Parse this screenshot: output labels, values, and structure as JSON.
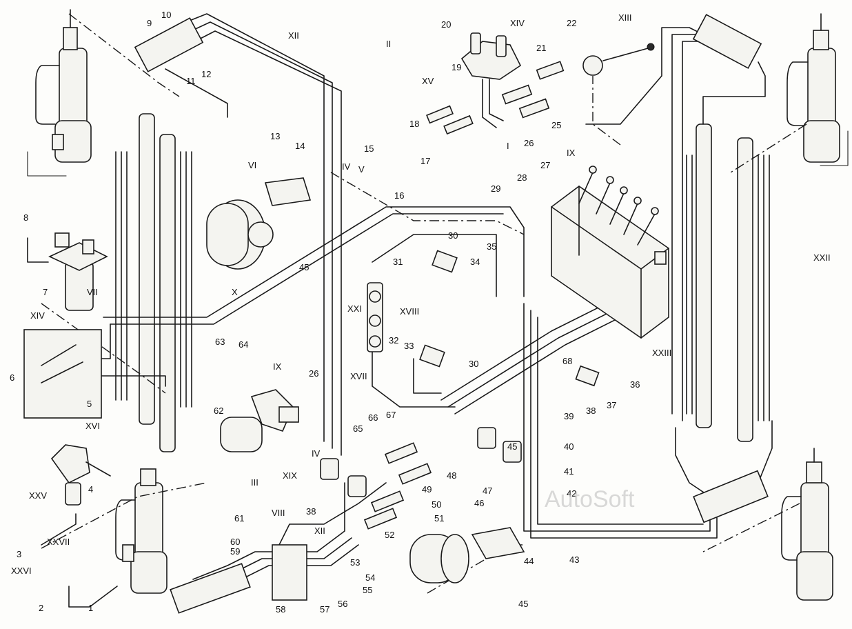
{
  "diagram": {
    "labels": [
      "20",
      "XIV",
      "22",
      "XIII",
      "II",
      "21",
      "XV",
      "19",
      "18",
      "26",
      "25",
      "IX",
      "I",
      "15",
      "17",
      "16",
      "IV",
      "V",
      "13",
      "14",
      "VI",
      "X",
      "9",
      "10",
      "11",
      "12",
      "XII",
      "8",
      "7",
      "VII",
      "XIV",
      "6",
      "5",
      "XVI",
      "4",
      "XXV",
      "XXVII",
      "3",
      "XXVI",
      "2",
      "1",
      "27",
      "28",
      "29",
      "30",
      "31",
      "34",
      "35",
      "XXI",
      "XVIII",
      "32",
      "33",
      "XVII",
      "30",
      "XXII",
      "XXIII",
      "36",
      "37",
      "38",
      "68",
      "39",
      "40",
      "41",
      "42",
      "43",
      "44",
      "63",
      "64",
      "62",
      "IX",
      "26",
      "IV",
      "III",
      "XIX",
      "65",
      "66",
      "67",
      "48",
      "49",
      "50",
      "51",
      "52",
      "38",
      "47",
      "46",
      "45",
      "61",
      "VIII",
      "60",
      "59",
      "58",
      "57",
      "56",
      "55",
      "54",
      "53",
      "XII",
      "45",
      "45"
    ],
    "watermark": "AutoSoft"
  }
}
